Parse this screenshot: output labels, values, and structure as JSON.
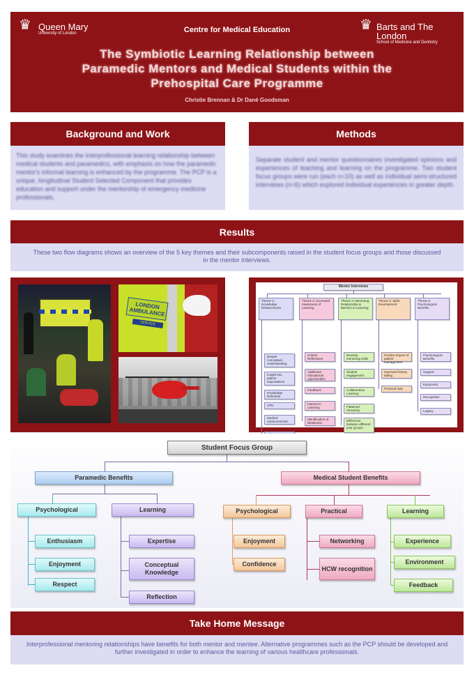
{
  "header": {
    "qm_logo": "Queen Mary",
    "qm_sub": "University of London",
    "centre": "Centre for Medical Education",
    "barts_logo": "Barts and The London",
    "barts_sub": "School of Medicine and Dentistry",
    "title_lines": [
      "The Symbiotic Learning Relationship between",
      "Paramedic Mentors and Medical Students within the",
      "Prehospital Care Programme"
    ],
    "authors": "Christie Brennan & Dr Dané Goodsman"
  },
  "background": {
    "heading": "Background and Work",
    "text": "This study examines the interprofessional learning relationship between medical students and paramedics, with emphasis on how the paramedic mentor's informal learning is enhanced by the programme. The PCP is a unique, longitudinal Student Selected Component that provides education and support under the mentorship of emergency medicine professionals."
  },
  "methods": {
    "heading": "Methods",
    "text": "Separate student and mentor questionnaires investigated opinions and experiences of teaching and learning on the programme. Two student focus groups were run (each n=10) as well as individual semi-structured interviews (n=6) which explored individual experiences in greater depth."
  },
  "results": {
    "heading": "Results",
    "text": "These two flow diagrams shows an overview of  the 5 key themes and their subcomponents raised in the student focus groups and those discussed in the mentor interviews."
  },
  "photos": {
    "ambulance_label": "LONDON\nAMBULANCE",
    "service_label": "SERVICE"
  },
  "mentor": {
    "title": "Mentor Interviews",
    "themes": [
      {
        "label": "Theme 1: Knowledge Enhancement",
        "color": "#dcdcf8",
        "items": [
          "Deeper conceptual understanding",
          "Insight into patient expectations",
          "Knowledge Refresher",
          "CPD",
          "Medical Advancements",
          "Different Knowledge Bases"
        ]
      },
      {
        "label": "Theme 2: Increased Awareness of Learning",
        "color": "#f6c9dc",
        "items": [
          "Critical Reflections",
          "Additional educational opportunities",
          "Feedback",
          "Interest in Learning",
          "Identification of Weakness"
        ]
      },
      {
        "label": "Theme 3: Mentoring Relationship & Barriers to Learning",
        "color": "#d7f1b9",
        "items": [
          "Develop mentoring skills",
          "Student engagement",
          "Collaborative Learning",
          "Flattened Hierarchy",
          "Difference between different year groups"
        ]
      },
      {
        "label": "Theme 4: Skills Development",
        "color": "#f9d9bc",
        "items": [
          "Positive impact of patient management",
          "Improved history taking",
          "Practical help"
        ]
      },
      {
        "label": "Theme 5: Psychological Benefits",
        "color": "#e6dcf6",
        "items": [
          "Psychological Benefits",
          "Support",
          "Enjoyment",
          "Recognition",
          "Legacy"
        ]
      }
    ]
  },
  "focus": {
    "title": "Student Focus Group",
    "paramedic": "Paramedic Benefits",
    "medical": "Medical Student Benefits",
    "p_psych": "Psychological",
    "p_psych_items": [
      "Enthusiasm",
      "Enjoyment",
      "Respect"
    ],
    "p_learn": "Learning",
    "p_learn_items": [
      "Expertise",
      "Conceptual Knowledge",
      "Reflection"
    ],
    "m_psych": "Psychological",
    "m_psych_items": [
      "Enjoyment",
      "Confidence"
    ],
    "m_prac": "Practical",
    "m_prac_items": [
      "Networking",
      "HCW recognition"
    ],
    "m_learn": "Learning",
    "m_learn_items": [
      "Experience",
      "Environment",
      "Feedback"
    ]
  },
  "takehome": {
    "heading": "Take Home Message",
    "text": "Interprofessional mentoring relationships have benefits for both mentor and mentee. Alternative programmes such as the PCP  should be developed and further investigated in order to enhance the learning of various healthcare professionals."
  },
  "colors": {
    "maroon": "#8e1317",
    "lavender": "#dcdcf2"
  }
}
